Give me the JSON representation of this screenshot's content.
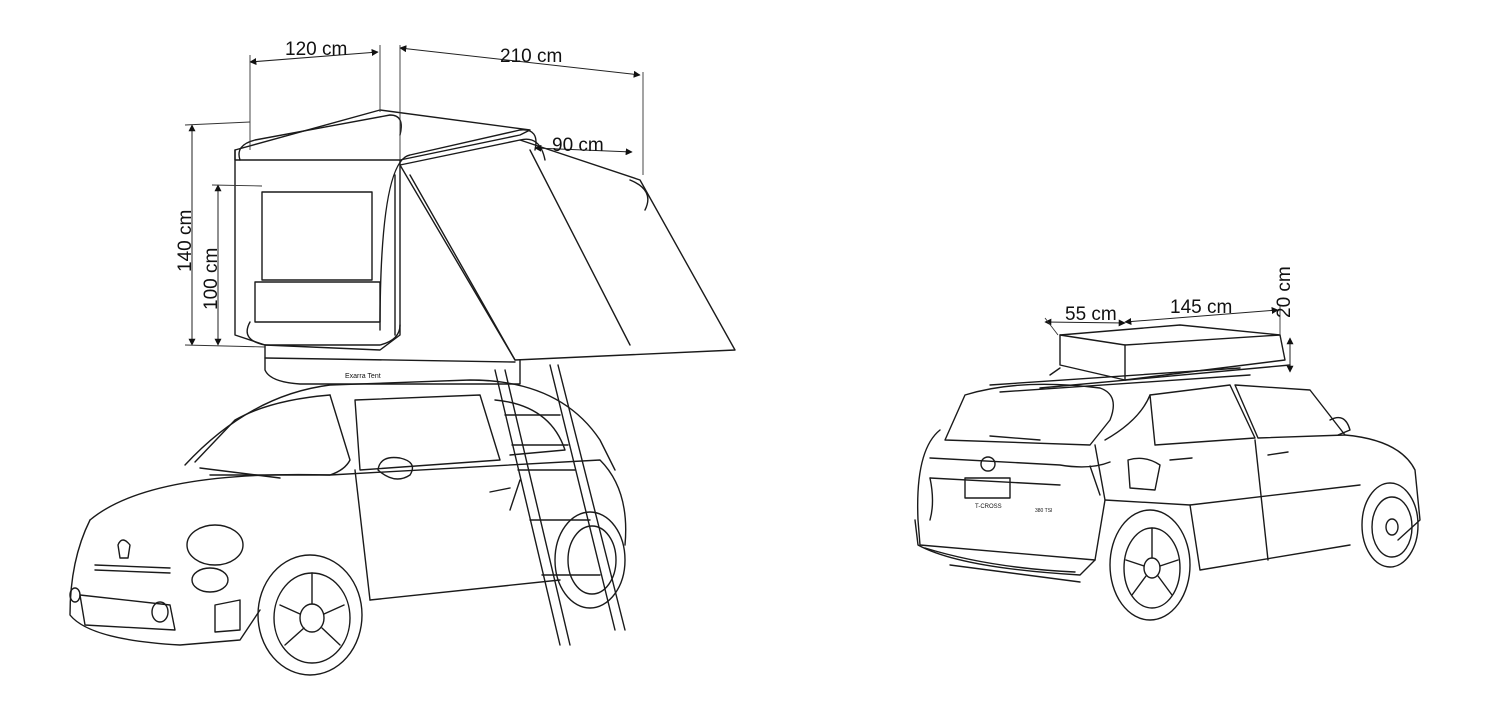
{
  "left_figure": {
    "dimensions": {
      "width_top": "120 cm",
      "length_top": "210 cm",
      "awning_depth": "90 cm",
      "height_total": "140 cm",
      "height_inner": "100 cm"
    },
    "tent_label": "Exarra Tent"
  },
  "right_figure": {
    "dimensions": {
      "box_width": "55 cm",
      "box_length": "145 cm",
      "box_height": "20 cm"
    },
    "badge_text": "T-CROSS",
    "trim_text": "380 TSI"
  },
  "colors": {
    "line": "#1a1a1a",
    "fill": "#ffffff",
    "background": "#ffffff"
  }
}
